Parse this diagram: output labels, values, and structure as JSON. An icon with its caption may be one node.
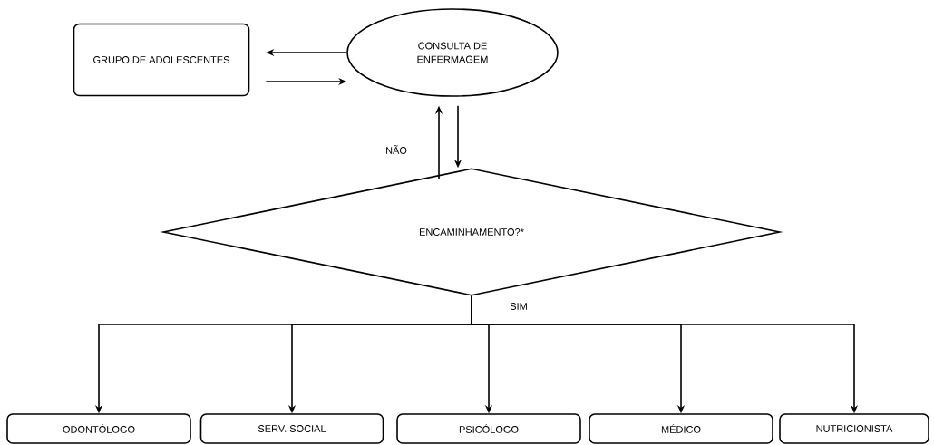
{
  "diagram": {
    "nodes": [
      {
        "text": [
          "GRUPO DE ADOLESCENTES"
        ]
      },
      {
        "text": [
          "CONSULTA DE ENFERMAGEM"
        ]
      },
      {
        "text": [
          "ENCAMINHAMENTO?*"
        ]
      },
      {
        "text": [
          "ODONTÓLOGO"
        ]
      },
      {
        "text": [
          "SERV. SOCIAL"
        ]
      },
      {
        "text": [
          "PSICÓLOGO"
        ]
      },
      {
        "text": [
          "MÉDICO"
        ]
      },
      {
        "text": [
          "NUTRICIONISTA"
        ]
      }
    ],
    "edges": [
      {
        "from": 1,
        "to": 0,
        "arrow": "to"
      },
      {
        "from": 0,
        "to": 1,
        "arrow": "to"
      },
      {
        "from": 2,
        "to": 1,
        "arrow": "to",
        "label": "NÃO"
      },
      {
        "from": 1,
        "to": 2,
        "arrow": "to"
      },
      {
        "from": 2,
        "to": 3,
        "arrow": "to"
      },
      {
        "from": 2,
        "to": 4,
        "arrow": "to"
      },
      {
        "from": 2,
        "to": 5,
        "arrow": "to",
        "label": "SIM"
      },
      {
        "from": 2,
        "to": 6,
        "arrow": "to"
      },
      {
        "from": 2,
        "to": 7,
        "arrow": "to"
      }
    ]
  }
}
